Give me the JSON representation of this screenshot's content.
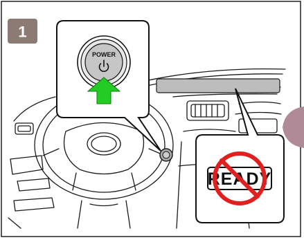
{
  "step": {
    "number": "1"
  },
  "power_button": {
    "label": "POWER",
    "icon": "power-symbol-icon"
  },
  "indicator": {
    "text": "READY",
    "status": "prohibited",
    "icon": "prohibited-icon"
  },
  "colors": {
    "badge": "#8b7b74",
    "arrow": "#22cc22",
    "prohibit": "#e0201f",
    "side_tab": "#b08a96",
    "dashboard_display": "#bdbdbd",
    "button_face": "#c6c6c6"
  }
}
